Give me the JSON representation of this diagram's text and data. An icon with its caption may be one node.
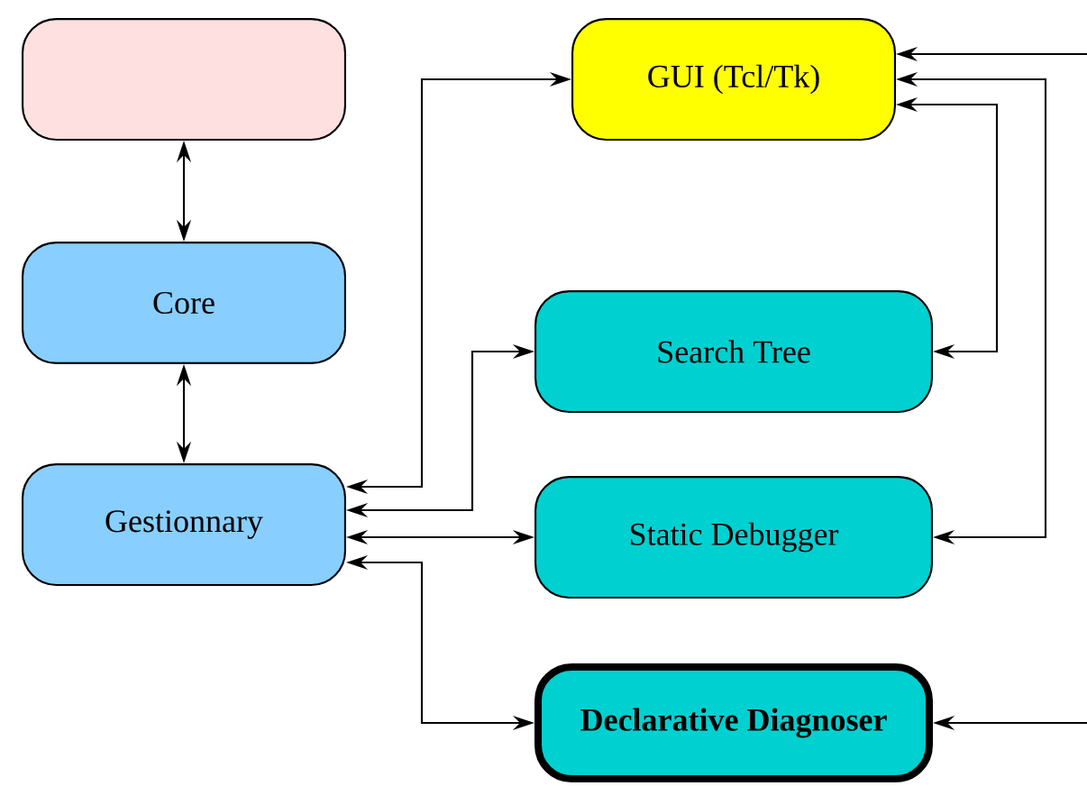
{
  "diagram": {
    "nodes": [
      {
        "text": [],
        "shape": "box"
      },
      {
        "text": [
          "Core"
        ]
      },
      {
        "text": [
          "Gestionnary"
        ]
      },
      {
        "text": [
          "GUI (Tcl/Tk)"
        ]
      },
      {
        "text": [
          "Search Tree"
        ]
      },
      {
        "text": [
          "Static Debugger"
        ]
      },
      {
        "text": [
          "Declarative Diagnoser"
        ]
      }
    ],
    "edges": [
      {
        "from": 0,
        "to": 1,
        "arrow": "both"
      },
      {
        "from": 1,
        "to": 2,
        "arrow": "both"
      },
      {
        "from": 2,
        "to": 3,
        "arrow": "both"
      },
      {
        "from": 2,
        "to": 4,
        "arrow": "both"
      },
      {
        "from": 2,
        "to": 5,
        "arrow": "both"
      },
      {
        "from": 2,
        "to": 6,
        "arrow": "both"
      },
      {
        "from": 3,
        "to": 4,
        "arrow": "both"
      },
      {
        "from": 5,
        "to": 3,
        "arrow": "both"
      },
      {
        "from": null,
        "to": 3,
        "arrow": "to"
      },
      {
        "from": null,
        "to": 6,
        "arrow": "to"
      }
    ]
  }
}
